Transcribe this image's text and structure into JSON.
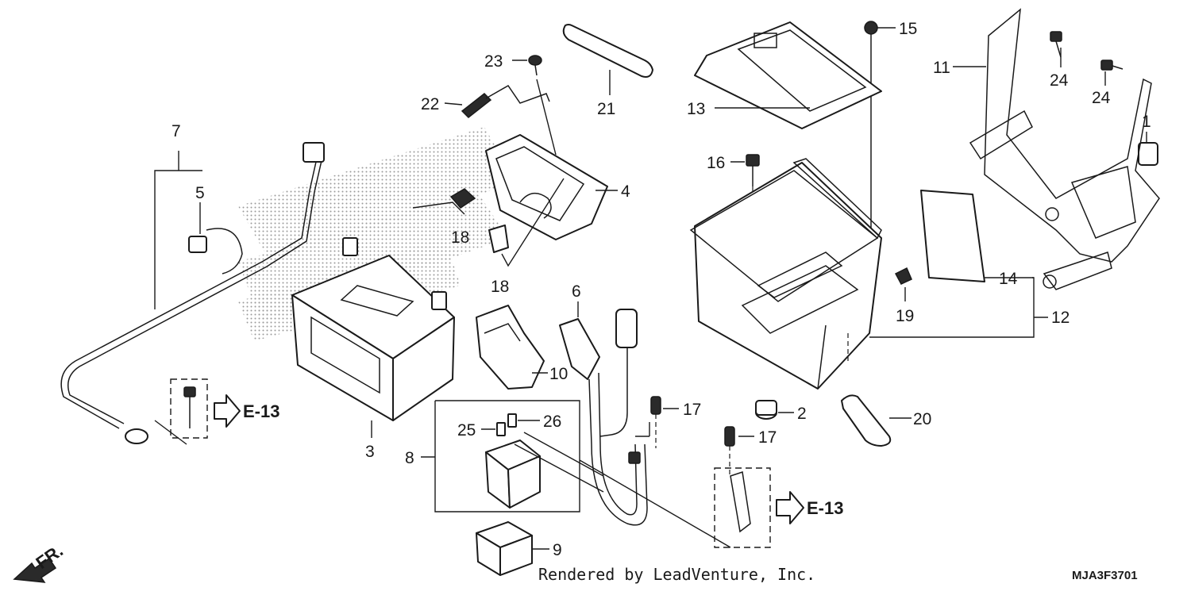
{
  "diagram": {
    "part_numbers": [
      "1",
      "2",
      "3",
      "4",
      "5",
      "6",
      "7",
      "8",
      "9",
      "10",
      "11",
      "12",
      "13",
      "14",
      "15",
      "16",
      "17",
      "18",
      "19",
      "20",
      "21",
      "22",
      "23",
      "24",
      "25",
      "26"
    ],
    "callouts": {
      "p1": "1",
      "p2": "2",
      "p3": "3",
      "p4": "4",
      "p5": "5",
      "p6": "6",
      "p7": "7",
      "p8": "8",
      "p9": "9",
      "p10": "10",
      "p11": "11",
      "p12": "12",
      "p13": "13",
      "p14": "14",
      "p15": "15",
      "p16": "16",
      "p17a": "17",
      "p17b": "17",
      "p18a": "18",
      "p18b": "18",
      "p19": "19",
      "p20": "20",
      "p21": "21",
      "p22": "22",
      "p23": "23",
      "p24a": "24",
      "p24b": "24",
      "p25": "25",
      "p26": "26"
    },
    "references": {
      "left": "E-13",
      "right": "E-13"
    },
    "front_marker": "FR.",
    "footer_credit": "Rendered by LeadVenture, Inc.",
    "diagram_code": "MJA3F3701"
  }
}
